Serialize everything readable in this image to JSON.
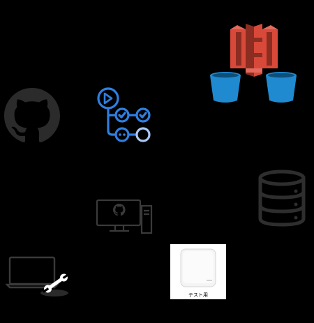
{
  "canvas": {
    "background": "#000000"
  },
  "nodes": [
    {
      "id": "github",
      "icon": "github-icon",
      "color": "#2b2b2b"
    },
    {
      "id": "github-actions",
      "icon": "github-actions-icon",
      "color": "#2f7fe0",
      "light_color": "#a9c8f3"
    },
    {
      "id": "s3",
      "icon": "aws-s3-icon",
      "color": "#d9493a",
      "dark_color": "#8c2d22",
      "bucket_color": "#1f8ad0"
    },
    {
      "id": "database",
      "icon": "database-icon",
      "color": "#2e2e2e"
    },
    {
      "id": "self-hosted-runner",
      "icon": "desktop-github-icon",
      "color": "#3a3a3a"
    },
    {
      "id": "dev-laptop",
      "icon": "laptop-wrench-icon",
      "color": "#3a3a3a"
    },
    {
      "id": "router",
      "icon": "wifi-router-icon",
      "label": "テスト用"
    }
  ]
}
